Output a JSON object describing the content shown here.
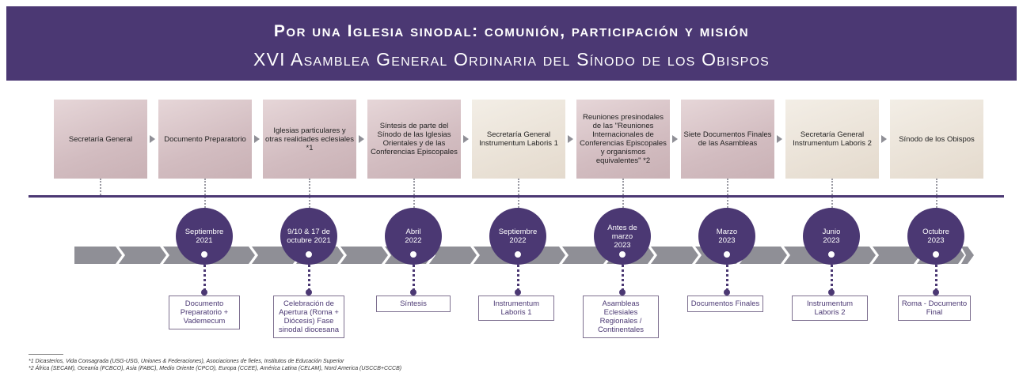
{
  "header": {
    "title": "Por una Iglesia sinodal: comunión, participación y misión",
    "subtitle": "XVI Asamblea General Ordinaria del Sínodo de los Obispos"
  },
  "colors": {
    "primary": "#4b3873",
    "card": "#d9c6c9",
    "chevron": "#8f8f96"
  },
  "stages": [
    "Secretaría General",
    "Documento Preparatorio",
    "Iglesias particulares y otras realidades eclesiales *1",
    "Síntesis de parte del Sínodo de las Iglesias Orientales y de las Conferencias Episcopales",
    "Secretaría General Instrumentum Laboris 1",
    "Reuniones presinodales de las \"Reuniones Internacionales de Conferencias Episcopales y organismos equivalentes\" *2",
    "Siete Documentos Finales de las Asambleas",
    "Secretaría General Instrumentum Laboris 2",
    "Sínodo de los Obispos"
  ],
  "dates": [
    "Septiembre 2021",
    "9/10 & 17 de octubre 2021",
    "Abril 2022",
    "Septiembre 2022",
    "Antes de marzo 2023",
    "Marzo 2023",
    "Junio 2023",
    "Octubre 2023"
  ],
  "outputs": [
    "Documento Preparatorio + Vademecum",
    "Celebración de Apertura (Roma + Diócesis) Fase sinodal diocesana",
    "Síntesis",
    "Instrumentum Laboris 1",
    "Asambleas Eclesiales Regionales / Continentales",
    "Documentos Finales",
    "Instrumentum Laboris 2",
    "Roma - Documento Final"
  ],
  "footnotes": [
    "*1 Dicasterios, Vida Consagrada (USG-USG, Uniones & Federaciones), Asociaciones de fieles, Institutos de Educación Superior",
    "*2 África (SECAM), Oceanía (FCBCO), Asia (FABC), Medio Oriente (CPCO), Europa (CCEE), América Latina (CELAM), Nord America (USCCB+CCCB)"
  ]
}
